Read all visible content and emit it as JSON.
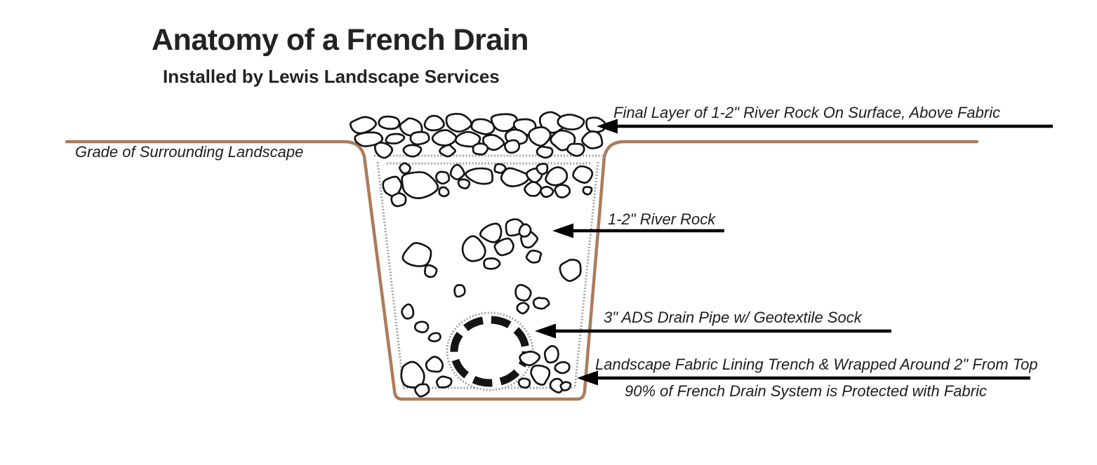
{
  "header": {
    "title": "Anatomy of a French Drain",
    "subtitle": "Installed by Lewis Landscape Services"
  },
  "labels": {
    "surface_rock": "Final Layer of 1-2\" River Rock On Surface, Above Fabric",
    "grade": "Grade of Surrounding Landscape",
    "river_rock": "1-2\" River Rock",
    "drain_pipe": "3\" ADS Drain Pipe w/ Geotextile Sock",
    "fabric": "Landscape Fabric Lining Trench & Wrapped Around 2\" From Top",
    "fabric_note": "90% of French Drain System is Protected with Fabric"
  },
  "colors": {
    "grade_line": "#ad7b5b",
    "fabric_line": "#a2a2a2",
    "ink": "#141414",
    "arrow": "#000000",
    "background": "#ffffff"
  }
}
